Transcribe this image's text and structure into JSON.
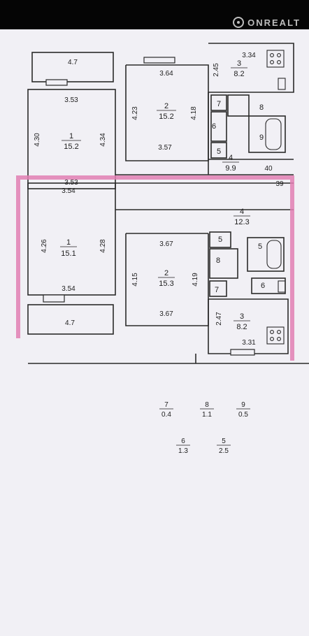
{
  "watermark": {
    "brand": "ONREALT"
  },
  "upper": {
    "dim_balcony_top": "4.7",
    "dim_r1_top": "3.53",
    "dim_r1_left": "4.30",
    "dim_r1_right": "4.34",
    "dim_r1_bottom": "3.53",
    "r1_no": "1",
    "r1_area": "15.2",
    "dim_r2_top": "3.64",
    "dim_r2_left": "4.23",
    "dim_r2_right": "4.18",
    "dim_r2_bottom": "3.57",
    "r2_no": "2",
    "r2_area": "15.2",
    "dim_kitchen_top": "3.34",
    "dim_kitchen_left": "2.45",
    "r3_no": "3",
    "r3_area": "8.2",
    "r7": "7",
    "r8": "8",
    "r6": "6",
    "r9": "9",
    "r5": "5",
    "r4_no": "4",
    "r4_area": "9.9",
    "stair_40": "40",
    "stair_39": "39"
  },
  "lower": {
    "dim_r1_top": "3.54",
    "dim_r1_left": "4.26",
    "dim_r1_right": "4.28",
    "dim_r1_bottom": "3.54",
    "r1_no": "1",
    "r1_area": "15.1",
    "dim_balcony_bottom": "4.7",
    "dim_r2_top": "3.67",
    "dim_r2_left": "4.15",
    "dim_r2_right": "4.19",
    "dim_r2_bottom": "3.67",
    "r2_no": "2",
    "r2_area": "15.3",
    "r4_no": "4",
    "r4_area": "12.3",
    "r5a": "5",
    "r8": "8",
    "r5b": "5",
    "r7": "7",
    "r6": "6",
    "dim_kitchen_left": "2.47",
    "r3_no": "3",
    "r3_area": "8.2",
    "dim_kitchen_bottom": "3.31"
  },
  "legend": [
    {
      "no": "7",
      "area": "0.4"
    },
    {
      "no": "8",
      "area": "1.1"
    },
    {
      "no": "9",
      "area": "0.5"
    },
    {
      "no": "6",
      "area": "1.3"
    },
    {
      "no": "5",
      "area": "2.5"
    }
  ],
  "colors": {
    "highlight": "#e27fb3",
    "wall": "#2a2a2a",
    "paper": "#f1f0f5",
    "topbar": "#050505"
  }
}
